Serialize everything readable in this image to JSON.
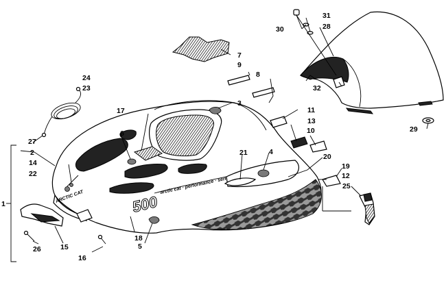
{
  "diagram": {
    "brand_text": "ARCTIC CAT",
    "model_text": "500",
    "labels": [
      {
        "id": "l1",
        "text": "1"
      },
      {
        "id": "l2",
        "text": "2"
      },
      {
        "id": "l3",
        "text": "3"
      },
      {
        "id": "l4",
        "text": "4"
      },
      {
        "id": "l5",
        "text": "5"
      },
      {
        "id": "l6",
        "text": "6"
      },
      {
        "id": "l7",
        "text": "7"
      },
      {
        "id": "l8",
        "text": "8"
      },
      {
        "id": "l9",
        "text": "9"
      },
      {
        "id": "l10",
        "text": "10"
      },
      {
        "id": "l11",
        "text": "11"
      },
      {
        "id": "l12",
        "text": "12"
      },
      {
        "id": "l13",
        "text": "13"
      },
      {
        "id": "l14",
        "text": "14"
      },
      {
        "id": "l15",
        "text": "15"
      },
      {
        "id": "l16",
        "text": "16"
      },
      {
        "id": "l17",
        "text": "17"
      },
      {
        "id": "l18",
        "text": "18"
      },
      {
        "id": "l19",
        "text": "19"
      },
      {
        "id": "l20",
        "text": "20"
      },
      {
        "id": "l21",
        "text": "21"
      },
      {
        "id": "l22",
        "text": "22"
      },
      {
        "id": "l23",
        "text": "23"
      },
      {
        "id": "l24",
        "text": "24"
      },
      {
        "id": "l25",
        "text": "25"
      },
      {
        "id": "l26",
        "text": "26"
      },
      {
        "id": "l27",
        "text": "27"
      },
      {
        "id": "l28",
        "text": "28"
      },
      {
        "id": "l29",
        "text": "29"
      },
      {
        "id": "l30",
        "text": "30"
      },
      {
        "id": "l31",
        "text": "31"
      },
      {
        "id": "l32",
        "text": "32"
      }
    ]
  }
}
